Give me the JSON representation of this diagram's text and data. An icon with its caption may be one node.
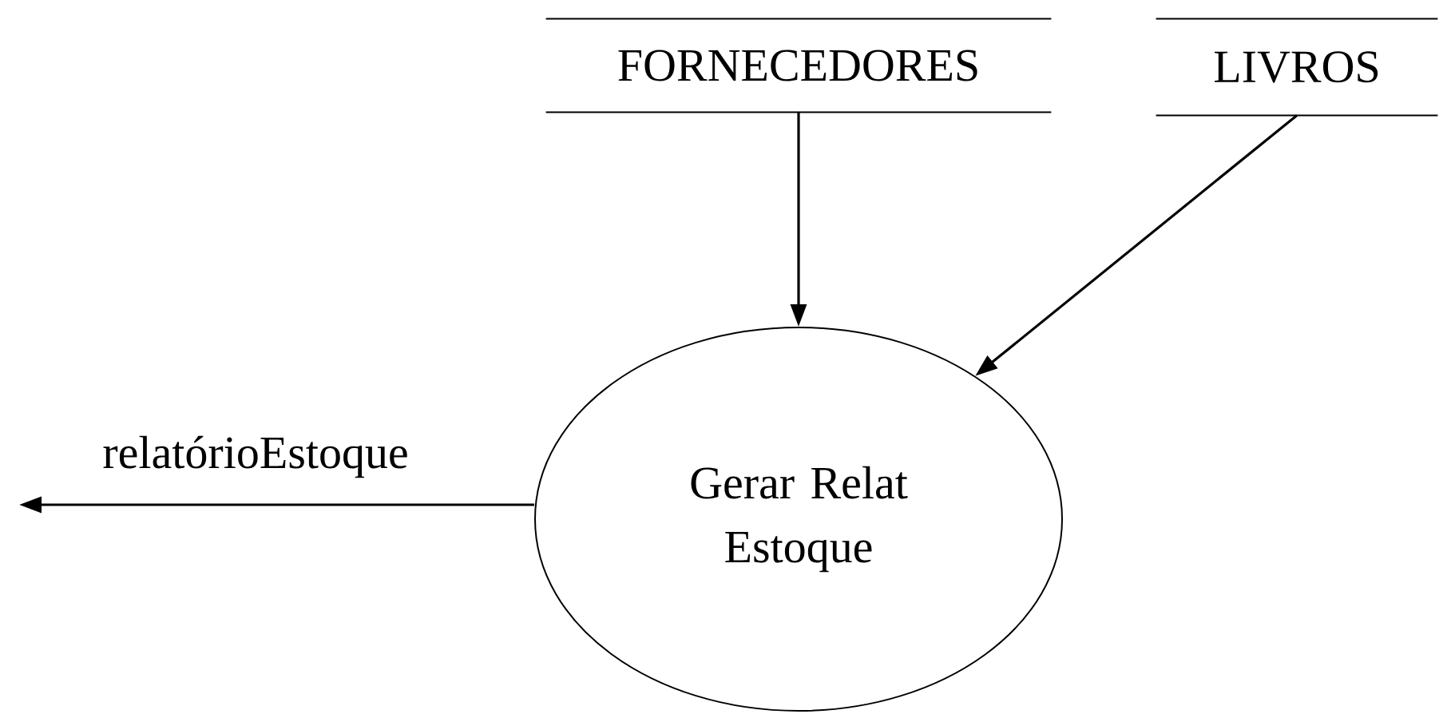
{
  "diagram": {
    "nodes": [
      {
        "text": [
          "FORNECEDORES"
        ]
      },
      {
        "text": [
          "LIVROS"
        ]
      },
      {
        "text": [
          "Gerar Relat Estoque"
        ]
      }
    ],
    "edges": [
      {
        "from": 0,
        "to": 2,
        "arrow": "to"
      },
      {
        "from": 1,
        "to": 2,
        "arrow": "to"
      },
      {
        "from": 2,
        "to": null,
        "arrow": "to",
        "label": "relatórioEstoque"
      }
    ]
  }
}
